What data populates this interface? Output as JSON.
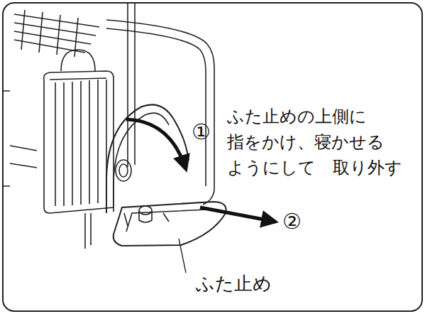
{
  "diagram": {
    "labels": [
      "①",
      "ふた止めの上側に 指をかけ、寝かせる ようにして　取り外す",
      "②",
      "ふた止め"
    ]
  }
}
